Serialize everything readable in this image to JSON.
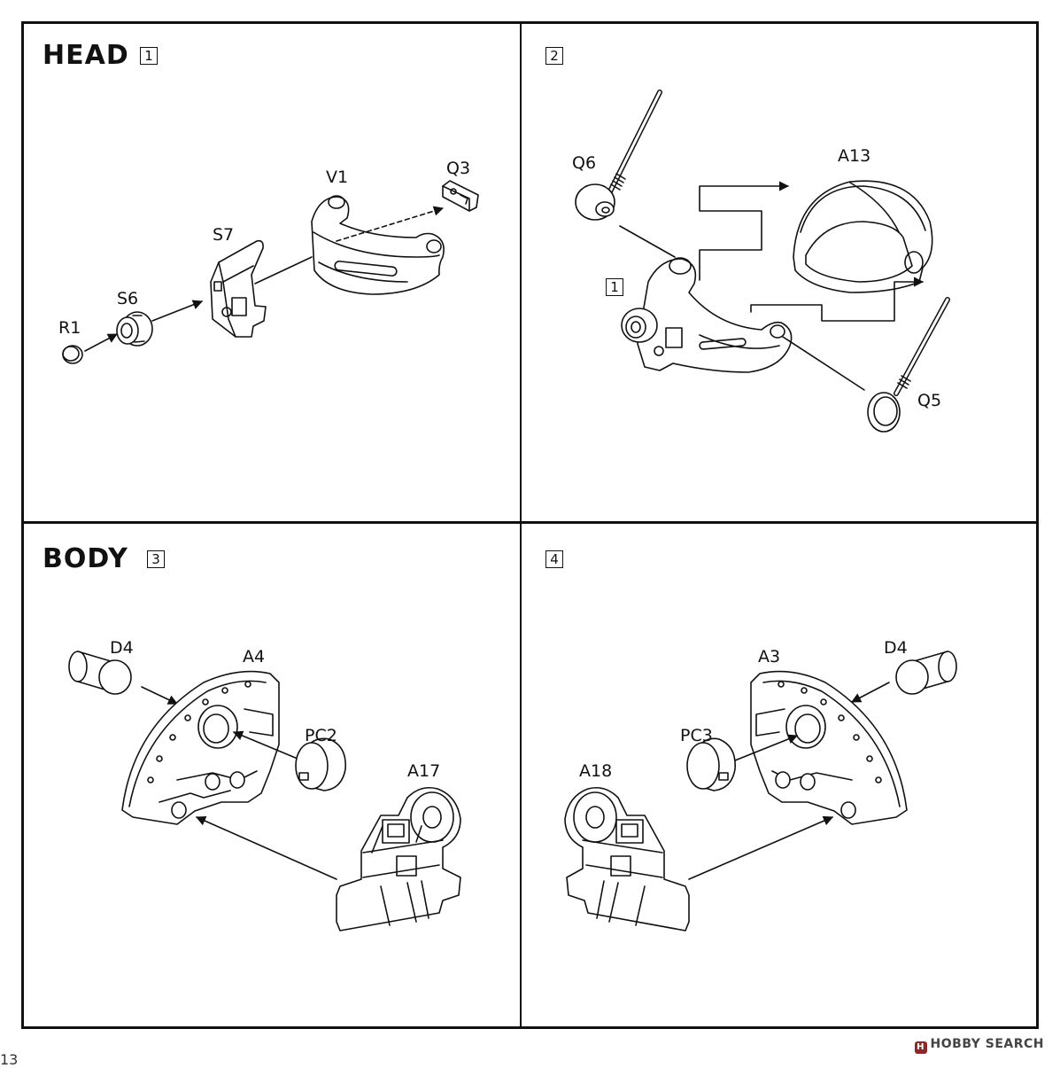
{
  "sections": {
    "head": {
      "title": "HEAD",
      "step": "1"
    },
    "step2": {
      "step": "2",
      "inset_step": "1"
    },
    "body": {
      "title": "BODY",
      "step": "3"
    },
    "step4": {
      "step": "4"
    }
  },
  "parts": {
    "R1": "R1",
    "S6": "S6",
    "S7": "S7",
    "V1": "V1",
    "Q3": "Q3",
    "Q6": "Q6",
    "A13": "A13",
    "Q5": "Q5",
    "D4_left": "D4",
    "A4": "A4",
    "PC2": "PC2",
    "A17": "A17",
    "A3": "A3",
    "D4_right": "D4",
    "PC3": "PC3",
    "A18": "A18"
  },
  "footer": {
    "brand": "HOBBY SEARCH",
    "logo": "H"
  },
  "page_number": "13"
}
